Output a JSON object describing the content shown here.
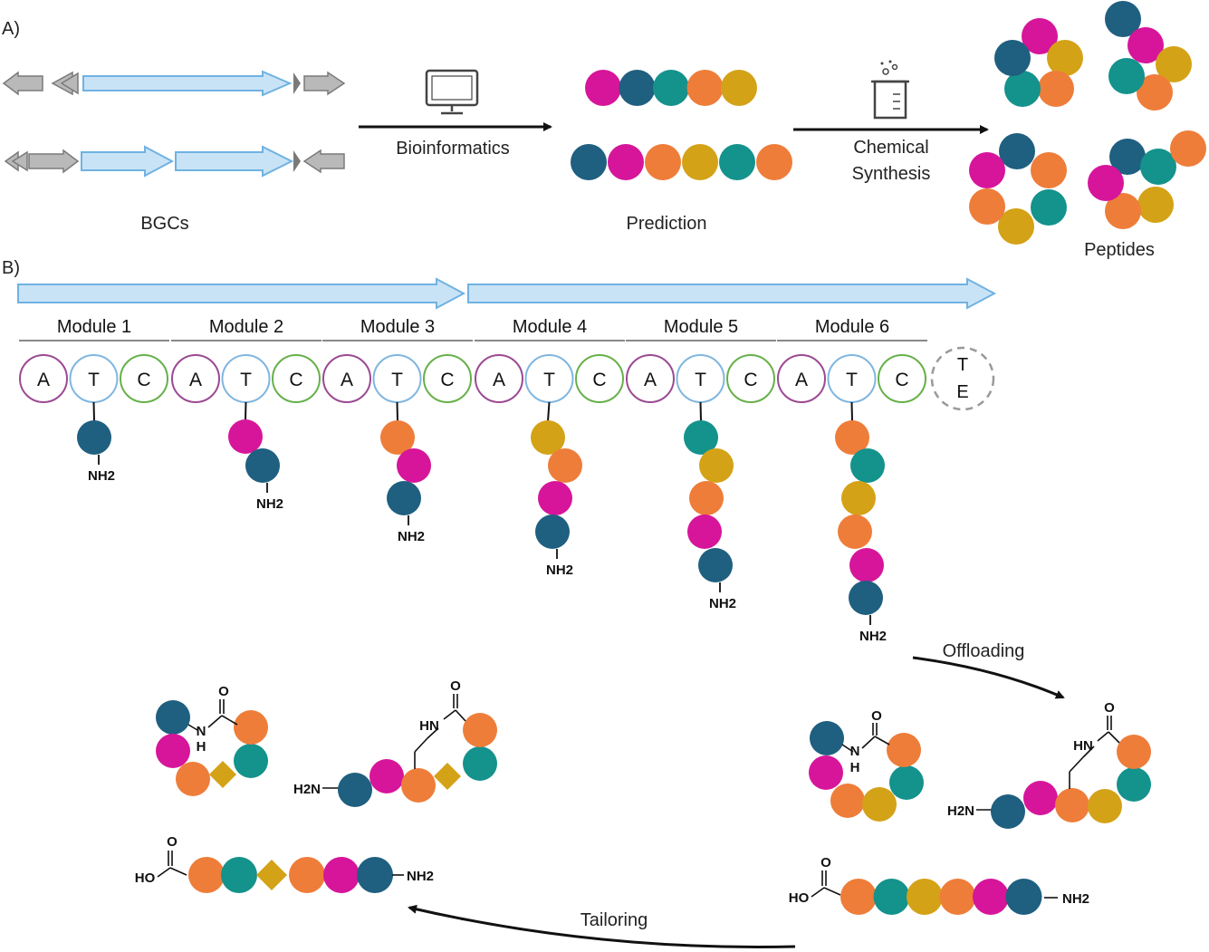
{
  "labels": {
    "panel_a": "A)",
    "panel_b": "B)",
    "bgcs": "BGCs",
    "bioinformatics": "Bioinformatics",
    "prediction": "Prediction",
    "chemical": "Chemical",
    "synthesis": "Synthesis",
    "peptides": "Peptides",
    "offloading": "Offloading",
    "tailoring": "Tailoring"
  },
  "modules": [
    "Module 1",
    "Module 2",
    "Module 3",
    "Module 4",
    "Module 5",
    "Module 6"
  ],
  "domains": [
    "A",
    "T",
    "C"
  ],
  "te_domain": [
    "T",
    "E"
  ],
  "chem": {
    "nh2": "NH2",
    "h2n": "H2N",
    "o": "O",
    "ho": "HO",
    "hn": "HN",
    "n": "N",
    "h": "H"
  },
  "colors": {
    "navy": "#1f5f80",
    "magenta": "#d6159a",
    "teal": "#14928c",
    "orange": "#ee7d3a",
    "gold": "#d4a217",
    "gene_blue_fill": "#c9e3f6",
    "gene_blue_stroke": "#6fb2e2",
    "gene_gray_fill": "#b9b9b9",
    "gene_gray_stroke": "#7a7a7a",
    "domain_A": "#9b4a92",
    "domain_T": "#7fb6e0",
    "domain_C": "#67b04a",
    "te_dash": "#999999"
  },
  "icons": [
    "computer-monitor-icon",
    "beaker-icon"
  ],
  "chains": [
    [
      "navy"
    ],
    [
      "magenta",
      "navy"
    ],
    [
      "orange",
      "magenta",
      "navy"
    ],
    [
      "gold",
      "orange",
      "magenta",
      "navy"
    ],
    [
      "teal",
      "gold",
      "orange",
      "magenta",
      "navy"
    ],
    [
      "orange",
      "teal",
      "gold",
      "orange",
      "magenta",
      "navy"
    ]
  ],
  "predictions": [
    [
      "magenta",
      "navy",
      "teal",
      "orange",
      "gold"
    ],
    [
      "navy",
      "magenta",
      "orange",
      "gold",
      "teal",
      "orange"
    ]
  ],
  "linear_untailored": [
    "orange",
    "teal",
    "gold",
    "orange",
    "magenta",
    "navy"
  ],
  "linear_tailored": [
    "orange",
    "teal",
    "gold-diamond",
    "orange",
    "magenta",
    "navy"
  ]
}
